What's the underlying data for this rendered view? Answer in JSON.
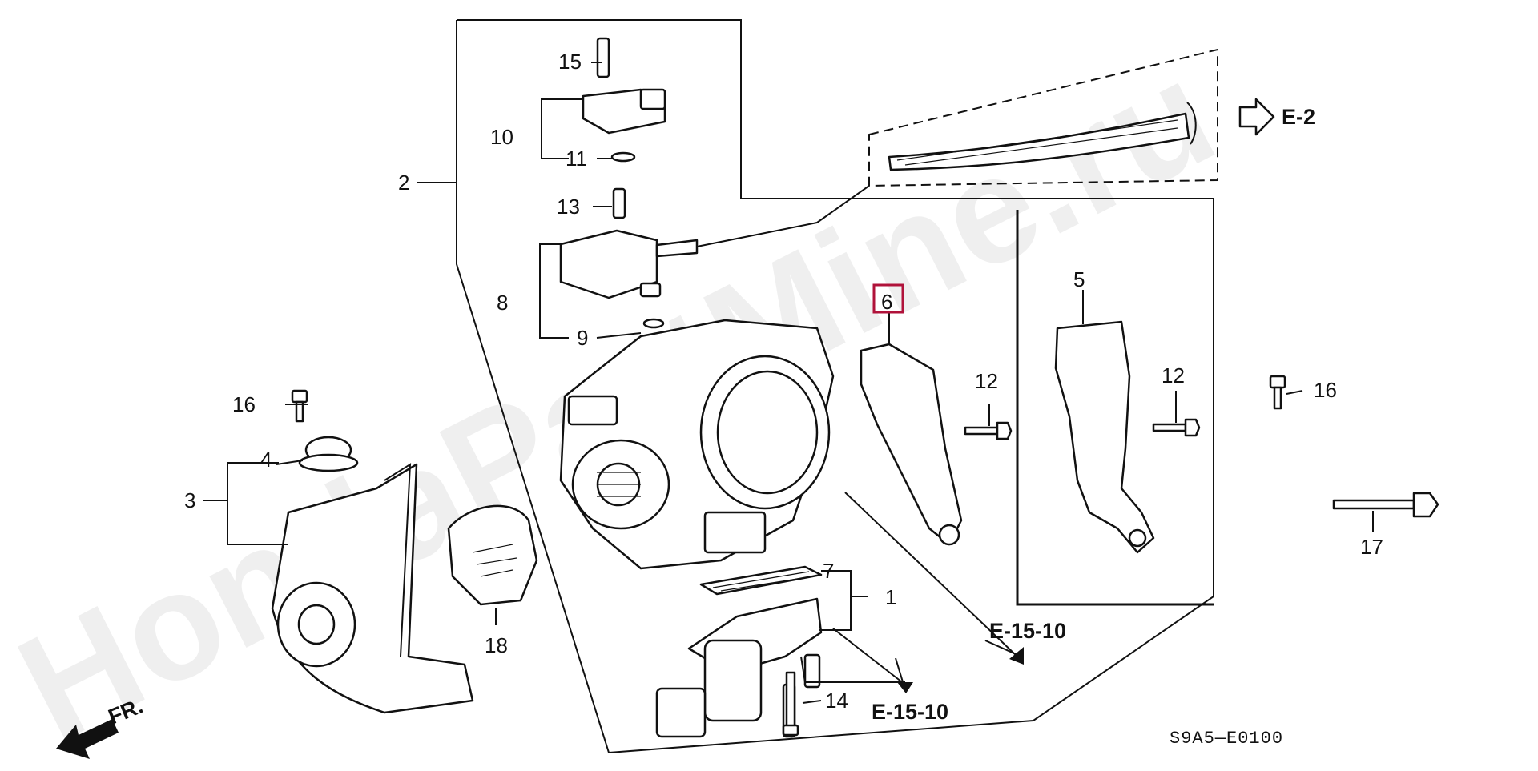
{
  "diagram": {
    "callouts": [
      "1",
      "2",
      "3",
      "4",
      "5",
      "6",
      "7",
      "8",
      "9",
      "10",
      "11",
      "12",
      "12",
      "13",
      "14",
      "15",
      "16",
      "16",
      "17",
      "18"
    ],
    "refs": {
      "e2": "E-2",
      "e1510a": "E-15-10",
      "e1510b": "E-15-10"
    },
    "front_label": "FR.",
    "drawing_code": "S9A5—E0100",
    "watermark": "HondaPartMine.ru",
    "highlight_color": "#b0123a"
  }
}
